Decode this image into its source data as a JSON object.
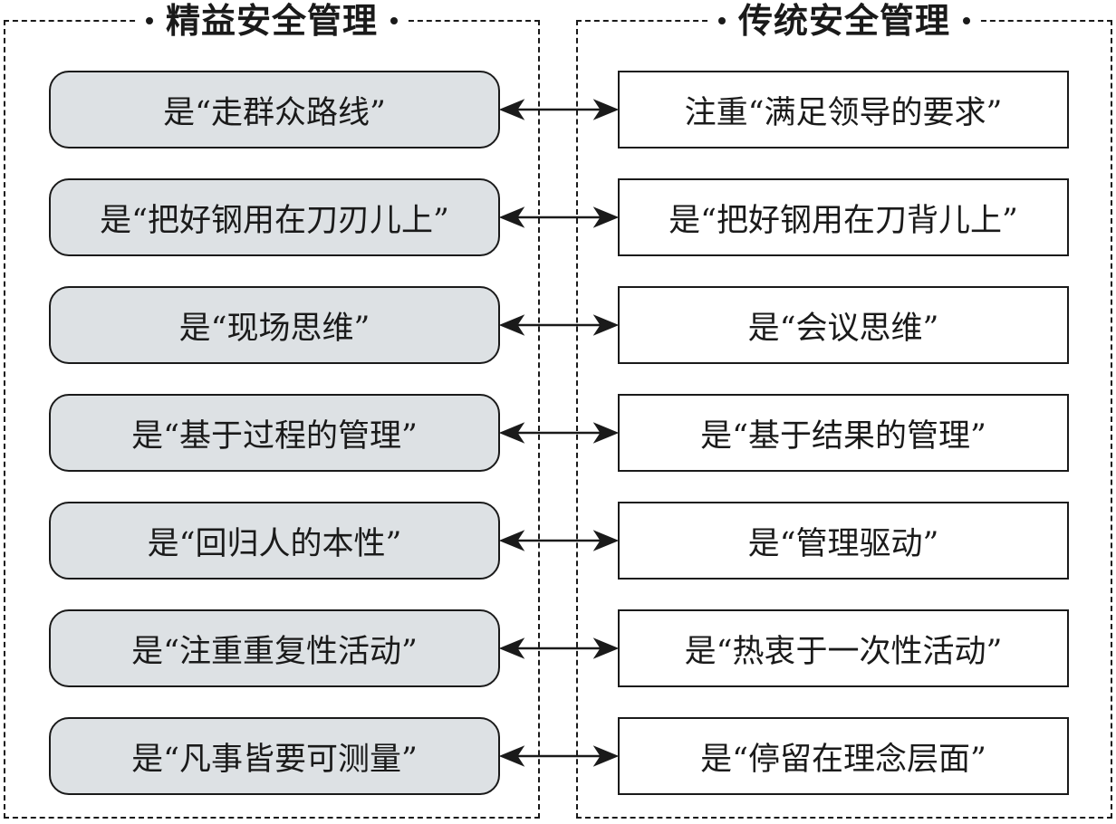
{
  "left_panel": {
    "title": "精益安全管理",
    "items": [
      "是“走群众路线”",
      "是“把好钢用在刀刃儿上”",
      "是“现场思维”",
      "是“基于过程的管理”",
      "是“回归人的本性”",
      "是“注重重复性活动”",
      "是“凡事皆要可测量”"
    ]
  },
  "right_panel": {
    "title": "传统安全管理",
    "items": [
      "注重“满足领导的要求”",
      "是“把好钢用在刀背儿上”",
      "是“会议思维”",
      "是“基于结果的管理”",
      "是“管理驱动”",
      "是“热衷于一次性活动”",
      "是“停留在理念层面”"
    ]
  },
  "colors": {
    "left_box_fill": "#dde1e4",
    "right_box_fill": "#ffffff",
    "stroke": "#1a1a1a"
  },
  "connector": "double-headed-arrow"
}
